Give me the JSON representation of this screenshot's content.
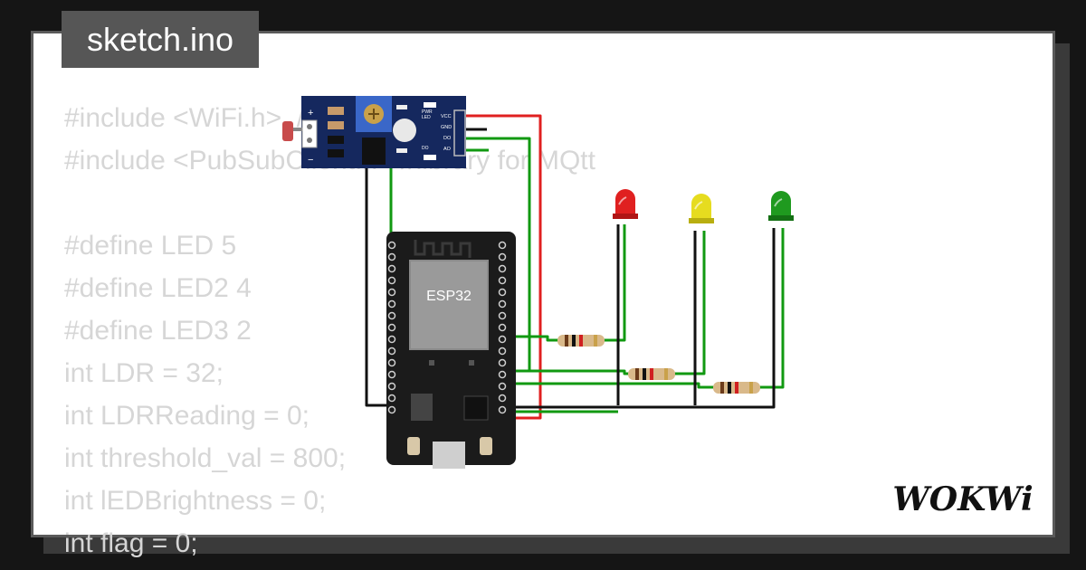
{
  "tab": {
    "filename": "sketch.ino"
  },
  "code_lines": [
    "#include <WiFi.h>  // wifi",
    "#include <PubSubClient.h> //library for MQtt",
    "",
    "#define LED 5",
    "#define LED2 4",
    "#define LED3 2",
    "int LDR = 32;",
    "int LDRReading = 0;",
    "int threshold_val = 800;",
    "int lEDBrightness = 0;",
    "int flag = 0;"
  ],
  "components": {
    "mcu_label": "ESP32",
    "ldr_labels": {
      "vcc": "VCC",
      "gnd": "GND",
      "do": "DO",
      "ao": "AO",
      "pwr": "PWR",
      "led": "LED",
      "do_led": "DO"
    }
  },
  "brand": {
    "logo_text": "WOKWi"
  },
  "colors": {
    "background": "#151515",
    "card": "#ffffff",
    "code_text": "#d6d6d6",
    "tab": "#565656",
    "wire_red": "#e02020",
    "wire_green": "#119911",
    "wire_black": "#111111"
  }
}
